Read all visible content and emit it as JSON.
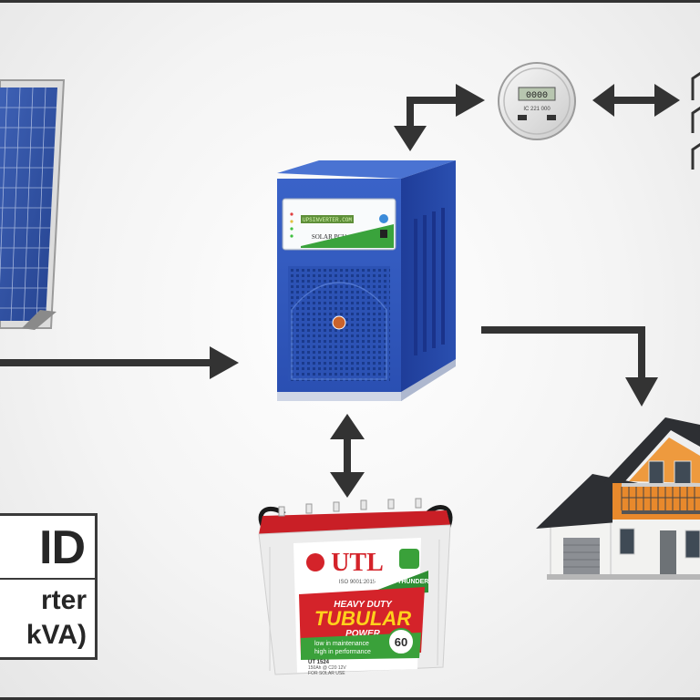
{
  "title_box": {
    "main": "ID",
    "line1": "rter",
    "line2": "kVA)"
  },
  "pcu": {
    "brand": "UPSINVERTER.COM",
    "model": "SOLAR PCU"
  },
  "battery": {
    "brand": "UTL",
    "iso": "ISO 9001:2015",
    "badge": "SOLAR THUNDER",
    "line1": "HEAVY DUTY",
    "line2": "TUBULAR",
    "line3": "POWER",
    "feature1": "low in maintenance",
    "feature2": "high in performance",
    "warranty": "60",
    "model": "UT 1524",
    "spec1": "150Ah @ C20 12V",
    "spec2": "FOR SOLAR USE"
  },
  "meter": {
    "reading": "0000",
    "serial": "IC 221 000"
  },
  "colors": {
    "arrow": "#333333",
    "pcu_blue": "#2f57b8",
    "battery_red": "#d4232a",
    "battery_green": "#3aa13a",
    "house_orange": "#e8892c",
    "roof": "#2d2f33"
  }
}
